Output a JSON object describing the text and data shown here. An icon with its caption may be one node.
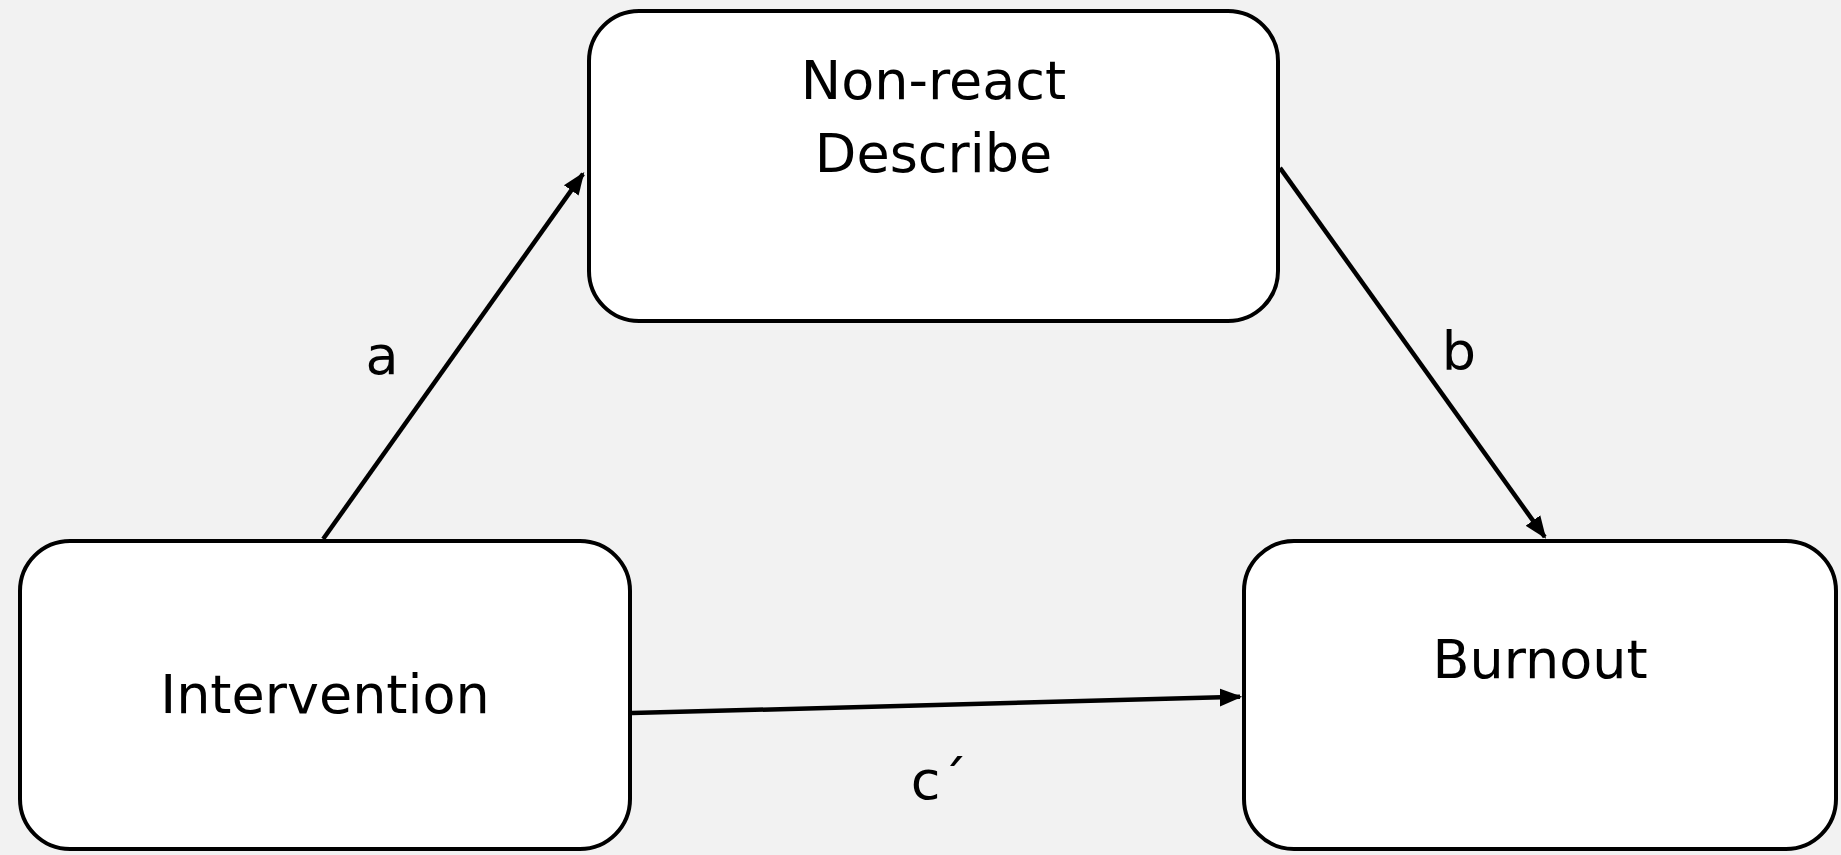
{
  "diagram": {
    "nodes": [
      {
        "text": [
          "Non-react Describe"
        ]
      },
      {
        "text": [
          "Intervention"
        ]
      },
      {
        "text": [
          "Burnout"
        ]
      }
    ],
    "edges": [
      {
        "from": 1,
        "to": 0,
        "arrow": "to",
        "label": "a"
      },
      {
        "from": 0,
        "to": 2,
        "arrow": "to",
        "label": "b"
      },
      {
        "from": 1,
        "to": 2,
        "arrow": "to",
        "label": "c´"
      }
    ]
  }
}
